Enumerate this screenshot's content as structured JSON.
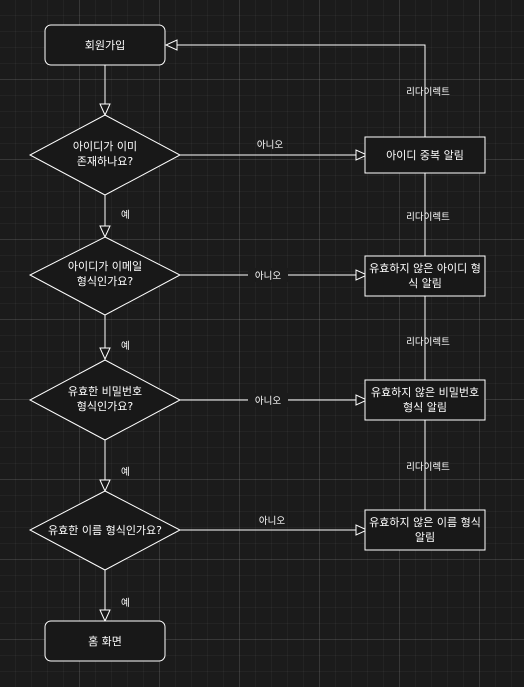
{
  "nodes": {
    "start": {
      "lines": [
        "회원가입"
      ]
    },
    "check_dup": {
      "lines": [
        "아이디가 이미",
        "존재하나요?"
      ]
    },
    "check_email": {
      "lines": [
        "아이디가 이메일",
        "형식인가요?"
      ]
    },
    "check_pw": {
      "lines": [
        "유효한 비밀번호",
        "형식인가요?"
      ]
    },
    "check_name": {
      "lines": [
        "유효한 이름 형식인가요?"
      ]
    },
    "home": {
      "lines": [
        "홈 화면"
      ]
    },
    "err_dup": {
      "lines": [
        "아이디 중복 알림"
      ]
    },
    "err_email": {
      "lines": [
        "유효하지 않은 아이디 형",
        "식 알림"
      ]
    },
    "err_pw": {
      "lines": [
        "유효하지 않은 비밀번호",
        "형식 알림"
      ]
    },
    "err_name": {
      "lines": [
        "유효하지 않은 이름 형식",
        "알림"
      ]
    }
  },
  "edges": {
    "yes": "예",
    "no": "아니오",
    "redirect": "리다이렉트"
  }
}
